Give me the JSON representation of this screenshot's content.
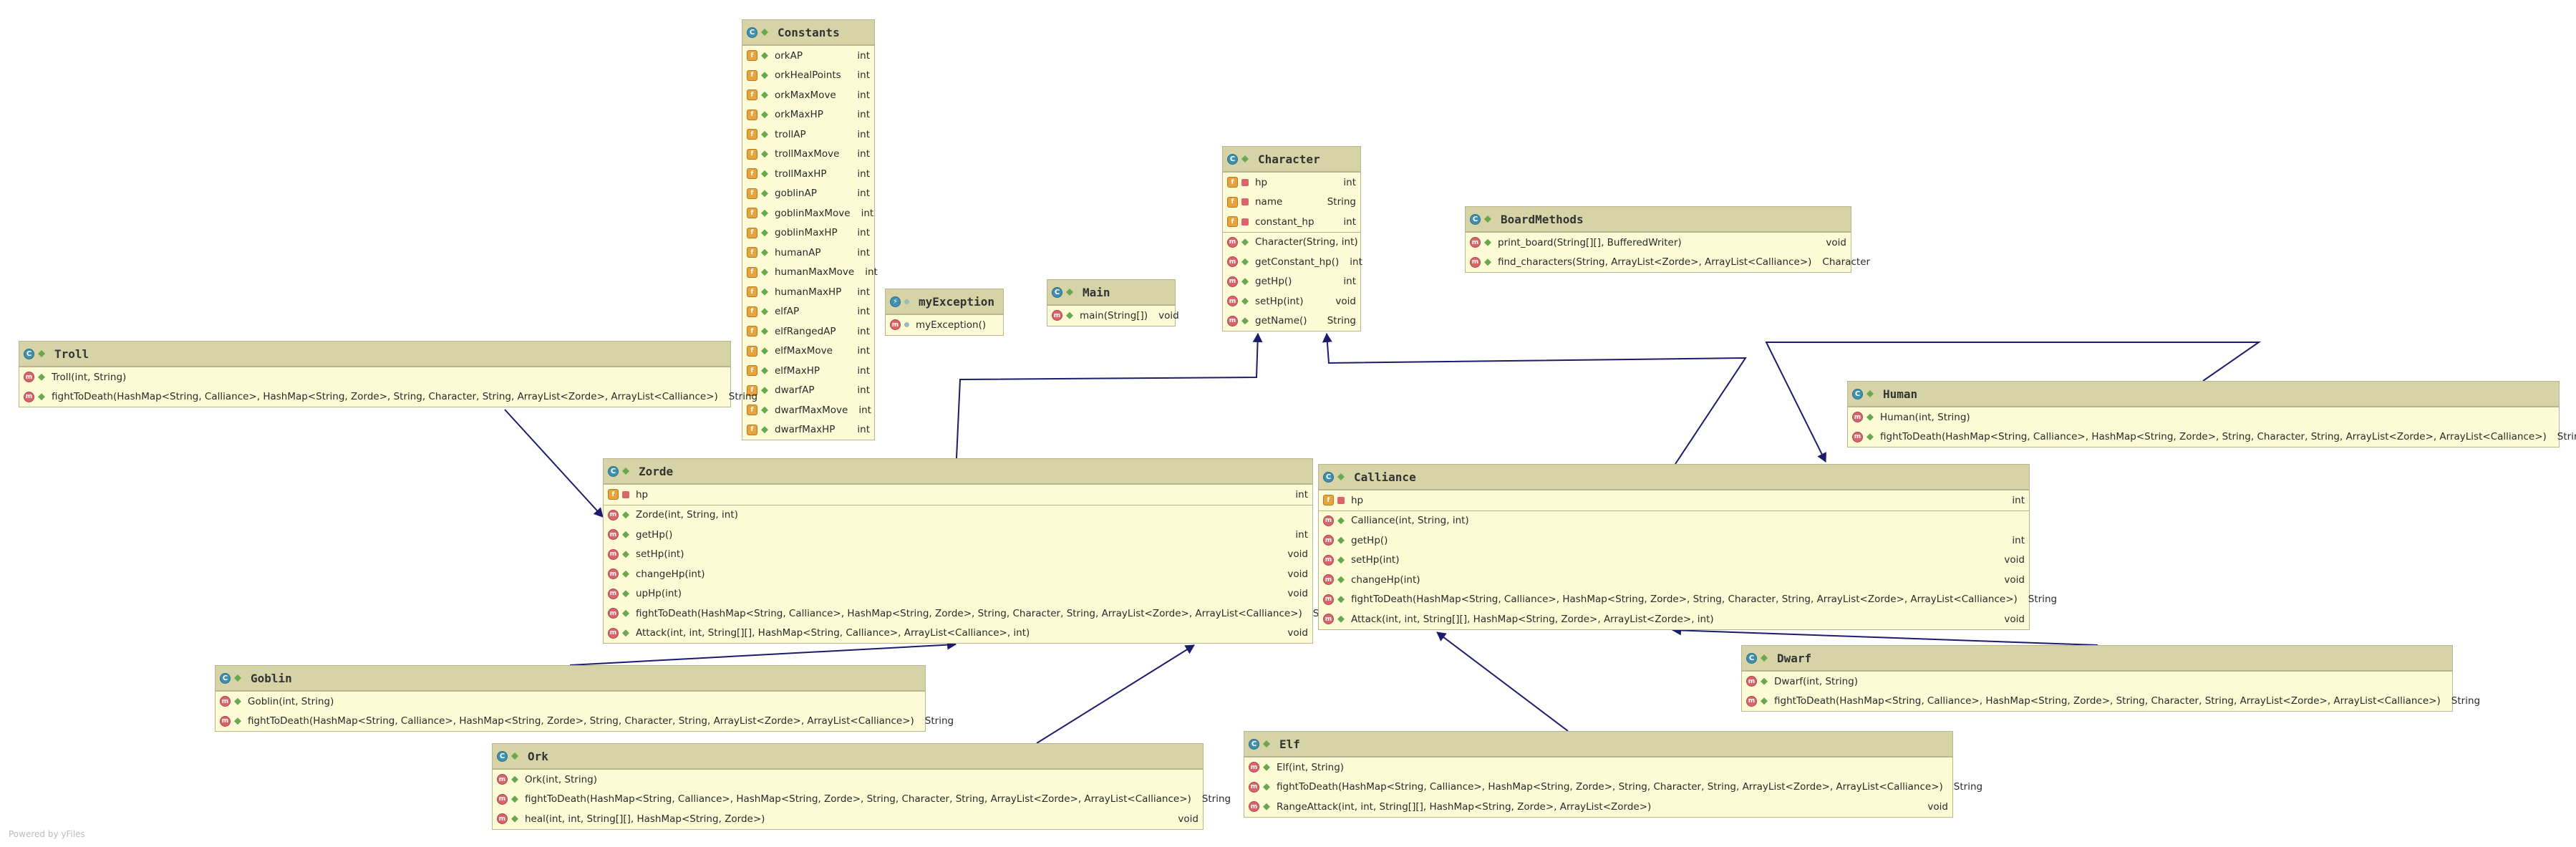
{
  "classes": {
    "constants": {
      "name": "Constants",
      "fields": [
        {
          "name": "orkAP",
          "type": "int"
        },
        {
          "name": "orkHealPoints",
          "type": "int"
        },
        {
          "name": "orkMaxMove",
          "type": "int"
        },
        {
          "name": "orkMaxHP",
          "type": "int"
        },
        {
          "name": "trollAP",
          "type": "int"
        },
        {
          "name": "trollMaxMove",
          "type": "int"
        },
        {
          "name": "trollMaxHP",
          "type": "int"
        },
        {
          "name": "goblinAP",
          "type": "int"
        },
        {
          "name": "goblinMaxMove",
          "type": "int"
        },
        {
          "name": "goblinMaxHP",
          "type": "int"
        },
        {
          "name": "humanAP",
          "type": "int"
        },
        {
          "name": "humanMaxMove",
          "type": "int"
        },
        {
          "name": "humanMaxHP",
          "type": "int"
        },
        {
          "name": "elfAP",
          "type": "int"
        },
        {
          "name": "elfRangedAP",
          "type": "int"
        },
        {
          "name": "elfMaxMove",
          "type": "int"
        },
        {
          "name": "elfMaxHP",
          "type": "int"
        },
        {
          "name": "dwarfAP",
          "type": "int"
        },
        {
          "name": "dwarfMaxMove",
          "type": "int"
        },
        {
          "name": "dwarfMaxHP",
          "type": "int"
        }
      ],
      "methods": []
    },
    "myexception": {
      "name": "myException",
      "fields": [],
      "methods": [
        {
          "name": "myException()",
          "type": ""
        }
      ]
    },
    "main": {
      "name": "Main",
      "fields": [],
      "methods": [
        {
          "name": "main(String[])",
          "type": "void"
        }
      ]
    },
    "character": {
      "name": "Character",
      "fields": [
        {
          "name": "hp",
          "type": "int"
        },
        {
          "name": "name",
          "type": "String"
        },
        {
          "name": "constant_hp",
          "type": "int"
        }
      ],
      "methods": [
        {
          "name": "Character(String, int)",
          "type": ""
        },
        {
          "name": "getConstant_hp()",
          "type": "int"
        },
        {
          "name": "getHp()",
          "type": "int"
        },
        {
          "name": "setHp(int)",
          "type": "void"
        },
        {
          "name": "getName()",
          "type": "String"
        }
      ]
    },
    "boardmethods": {
      "name": "BoardMethods",
      "fields": [],
      "methods": [
        {
          "name": "print_board(String[][], BufferedWriter)",
          "type": "void"
        },
        {
          "name": "find_characters(String, ArrayList<Zorde>, ArrayList<Calliance>)",
          "type": "Character"
        }
      ]
    },
    "troll": {
      "name": "Troll",
      "fields": [],
      "methods": [
        {
          "name": "Troll(int, String)",
          "type": ""
        },
        {
          "name": "fightToDeath(HashMap<String, Calliance>, HashMap<String, Zorde>, String, Character, String, ArrayList<Zorde>, ArrayList<Calliance>)",
          "type": "String"
        }
      ]
    },
    "human": {
      "name": "Human",
      "fields": [],
      "methods": [
        {
          "name": "Human(int, String)",
          "type": ""
        },
        {
          "name": "fightToDeath(HashMap<String, Calliance>, HashMap<String, Zorde>, String, Character, String, ArrayList<Zorde>, ArrayList<Calliance>)",
          "type": "String"
        }
      ]
    },
    "zorde": {
      "name": "Zorde",
      "fields": [
        {
          "name": "hp",
          "type": "int"
        }
      ],
      "methods": [
        {
          "name": "Zorde(int, String, int)",
          "type": ""
        },
        {
          "name": "getHp()",
          "type": "int"
        },
        {
          "name": "setHp(int)",
          "type": "void"
        },
        {
          "name": "changeHp(int)",
          "type": "void"
        },
        {
          "name": "upHp(int)",
          "type": "void"
        },
        {
          "name": "fightToDeath(HashMap<String, Calliance>, HashMap<String, Zorde>, String, Character, String, ArrayList<Zorde>, ArrayList<Calliance>)",
          "type": "String"
        },
        {
          "name": "Attack(int, int, String[][], HashMap<String, Calliance>, ArrayList<Calliance>, int)",
          "type": "void"
        }
      ]
    },
    "calliance": {
      "name": "Calliance",
      "fields": [
        {
          "name": "hp",
          "type": "int"
        }
      ],
      "methods": [
        {
          "name": "Calliance(int, String, int)",
          "type": ""
        },
        {
          "name": "getHp()",
          "type": "int"
        },
        {
          "name": "setHp(int)",
          "type": "void"
        },
        {
          "name": "changeHp(int)",
          "type": "void"
        },
        {
          "name": "fightToDeath(HashMap<String, Calliance>, HashMap<String, Zorde>, String, Character, String, ArrayList<Zorde>, ArrayList<Calliance>)",
          "type": "String"
        },
        {
          "name": "Attack(int, int, String[][], HashMap<String, Zorde>, ArrayList<Zorde>, int)",
          "type": "void"
        }
      ]
    },
    "goblin": {
      "name": "Goblin",
      "fields": [],
      "methods": [
        {
          "name": "Goblin(int, String)",
          "type": ""
        },
        {
          "name": "fightToDeath(HashMap<String, Calliance>, HashMap<String, Zorde>, String, Character, String, ArrayList<Zorde>, ArrayList<Calliance>)",
          "type": "String"
        }
      ]
    },
    "dwarf": {
      "name": "Dwarf",
      "fields": [],
      "methods": [
        {
          "name": "Dwarf(int, String)",
          "type": ""
        },
        {
          "name": "fightToDeath(HashMap<String, Calliance>, HashMap<String, Zorde>, String, Character, String, ArrayList<Zorde>, ArrayList<Calliance>)",
          "type": "String"
        }
      ]
    },
    "ork": {
      "name": "Ork",
      "fields": [],
      "methods": [
        {
          "name": "Ork(int, String)",
          "type": ""
        },
        {
          "name": "fightToDeath(HashMap<String, Calliance>, HashMap<String, Zorde>, String, Character, String, ArrayList<Zorde>, ArrayList<Calliance>)",
          "type": "String"
        },
        {
          "name": "heal(int, int, String[][], HashMap<String, Zorde>)",
          "type": "void"
        }
      ]
    },
    "elf": {
      "name": "Elf",
      "fields": [],
      "methods": [
        {
          "name": "Elf(int, String)",
          "type": ""
        },
        {
          "name": "fightToDeath(HashMap<String, Calliance>, HashMap<String, Zorde>, String, Character, String, ArrayList<Zorde>, ArrayList<Calliance>)",
          "type": "String"
        },
        {
          "name": "RangeAttack(int, int, String[][], HashMap<String, Zorde>, ArrayList<Zorde>)",
          "type": "void"
        }
      ]
    }
  },
  "edges": [
    {
      "from": "troll",
      "to": "zorde",
      "kind": "inheritance"
    },
    {
      "from": "goblin",
      "to": "zorde",
      "kind": "inheritance"
    },
    {
      "from": "ork",
      "to": "zorde",
      "kind": "inheritance"
    },
    {
      "from": "zorde",
      "to": "character",
      "kind": "inheritance"
    },
    {
      "from": "calliance",
      "to": "character",
      "kind": "inheritance"
    },
    {
      "from": "human",
      "to": "calliance",
      "kind": "inheritance"
    },
    {
      "from": "elf",
      "to": "calliance",
      "kind": "inheritance"
    },
    {
      "from": "dwarf",
      "to": "calliance",
      "kind": "inheritance"
    }
  ],
  "colors": {
    "edge": "#1c1c6e",
    "header": "#d6d3a7",
    "body": "#fcfbd6",
    "border": "#b9b68f"
  },
  "footer": "Powered by yFiles"
}
